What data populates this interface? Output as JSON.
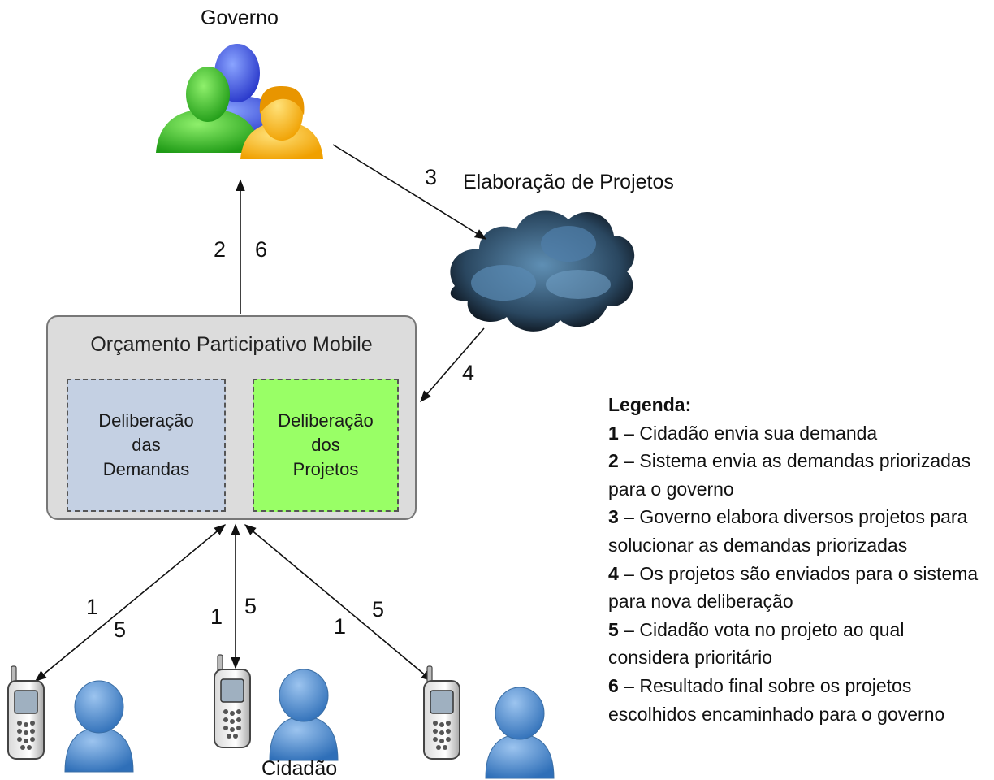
{
  "top_label": "Governo",
  "cloud_label": "Elaboração de Projetos",
  "bottom_label": "Cidadão",
  "system": {
    "title": "Orçamento Participativo Mobile",
    "left_panel": [
      "Deliberação",
      "das",
      "Demandas"
    ],
    "right_panel": [
      "Deliberação",
      "dos",
      "Projetos"
    ]
  },
  "arrow_numbers": {
    "up_left": "2",
    "up_right": "6",
    "gov_to_cloud": "3",
    "cloud_to_system": "4",
    "phone1_a": "1",
    "phone1_b": "5",
    "phone2_a": "1",
    "phone2_b": "5",
    "phone3_a": "1",
    "phone3_b": "5"
  },
  "legend": {
    "title": "Legenda:",
    "items": [
      {
        "num": "1",
        "text": " – Cidadão envia sua demanda"
      },
      {
        "num": "2",
        "text": " – Sistema envia as demandas priorizadas para o governo"
      },
      {
        "num": "3",
        "text": " – Governo elabora diversos projetos para solucionar as demandas priorizadas"
      },
      {
        "num": "4",
        "text": " – Os projetos são enviados para o sistema para nova deliberação"
      },
      {
        "num": "5",
        "text": " – Cidadão vota no projeto ao qual considera prioritário"
      },
      {
        "num": "6",
        "text": " – Resultado final sobre os projetos escolhidos encaminhado para o governo"
      }
    ]
  },
  "colors": {
    "demandas_panel": "#c4d0e3",
    "projetos_panel": "#99ff66",
    "system_box": "#dcdcdc",
    "person_blue": "#4f86c6"
  }
}
